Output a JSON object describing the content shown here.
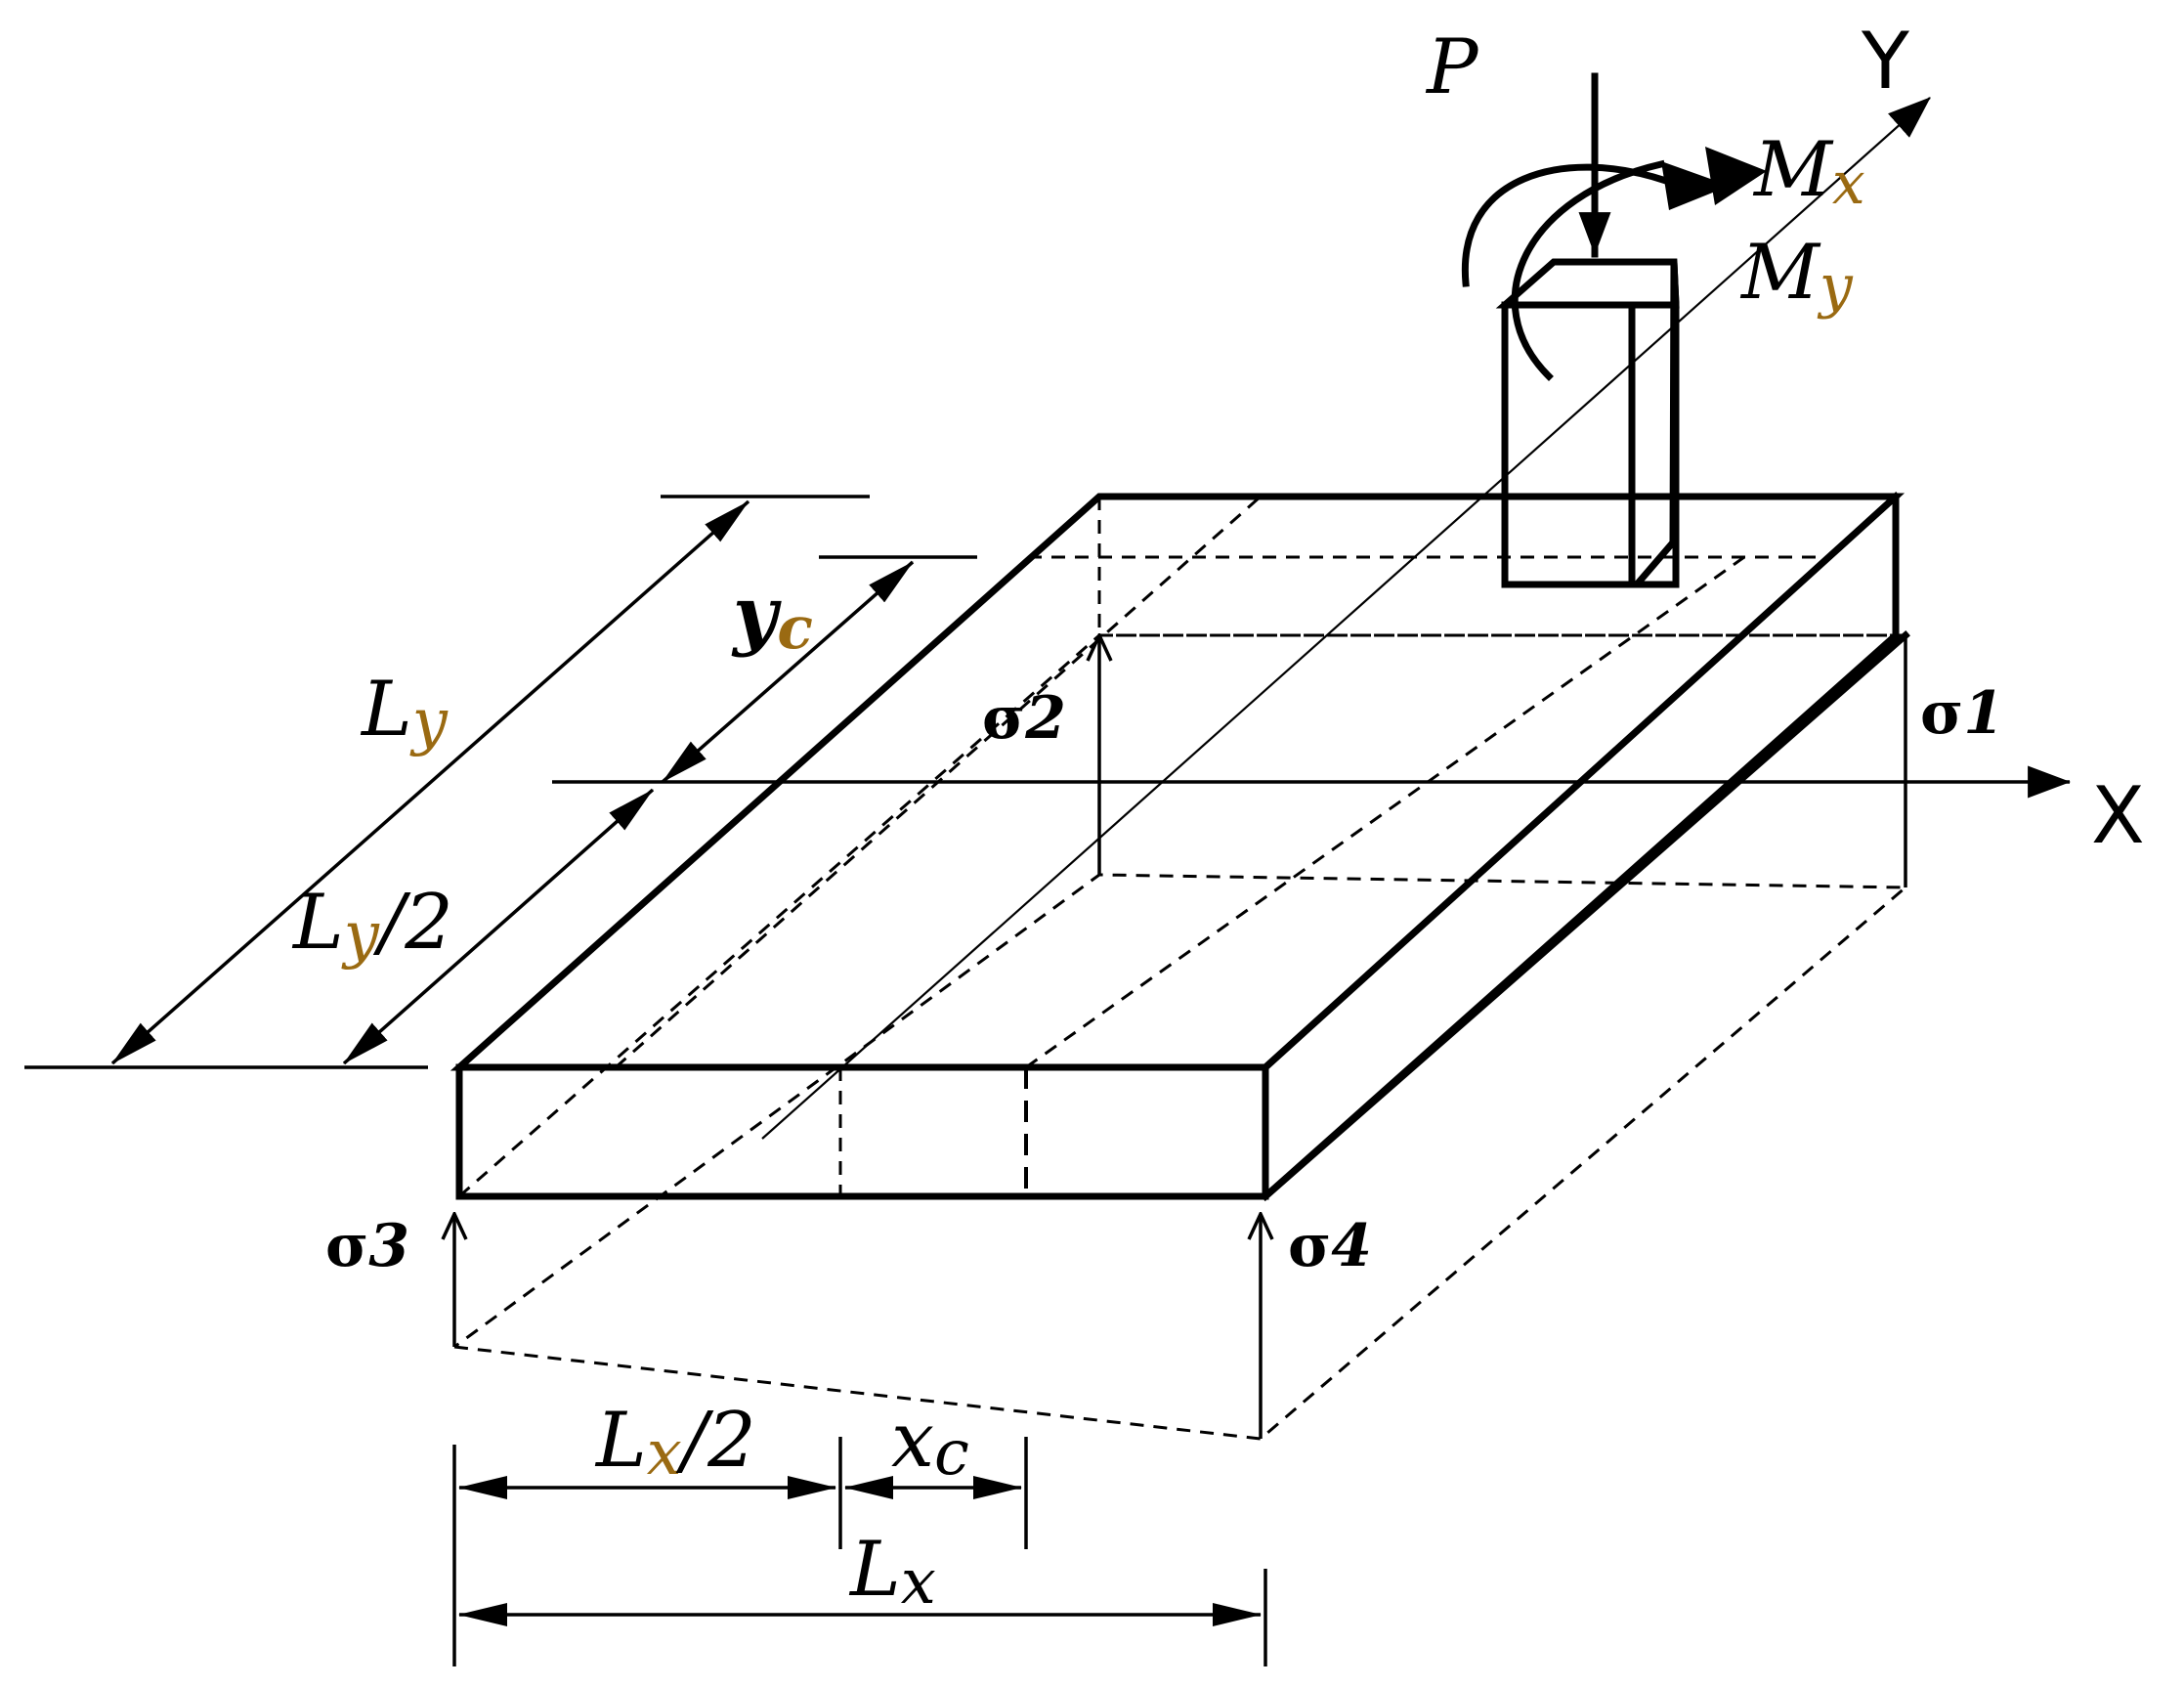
{
  "labels": {
    "load": "P",
    "moment_x": "M",
    "moment_x_sub": "x",
    "moment_y": "M",
    "moment_y_sub": "y",
    "axis_x": "X",
    "axis_y": "Y",
    "sigma_1": "σ",
    "sigma_1_sub": "1",
    "sigma_2": "σ",
    "sigma_2_sub": "2",
    "sigma_3": "σ",
    "sigma_3_sub": "3",
    "sigma_4": "σ",
    "sigma_4_sub": "4",
    "dim_ly": "L",
    "dim_ly_sub": "y",
    "dim_ly_half": "L",
    "dim_ly_half_sub": "y",
    "dim_ly_half_tail": "/2",
    "dim_yc": "y",
    "dim_yc_sub": "c",
    "dim_lx": "L",
    "dim_lx_sub": "x",
    "dim_lx_half": "L",
    "dim_lx_half_sub": "x",
    "dim_lx_half_tail": "/2",
    "dim_xc": "x",
    "dim_xc_sub": "c"
  },
  "colors": {
    "line": "#000000",
    "subscript_accent": "#9a6a12",
    "background": "#ffffff"
  }
}
